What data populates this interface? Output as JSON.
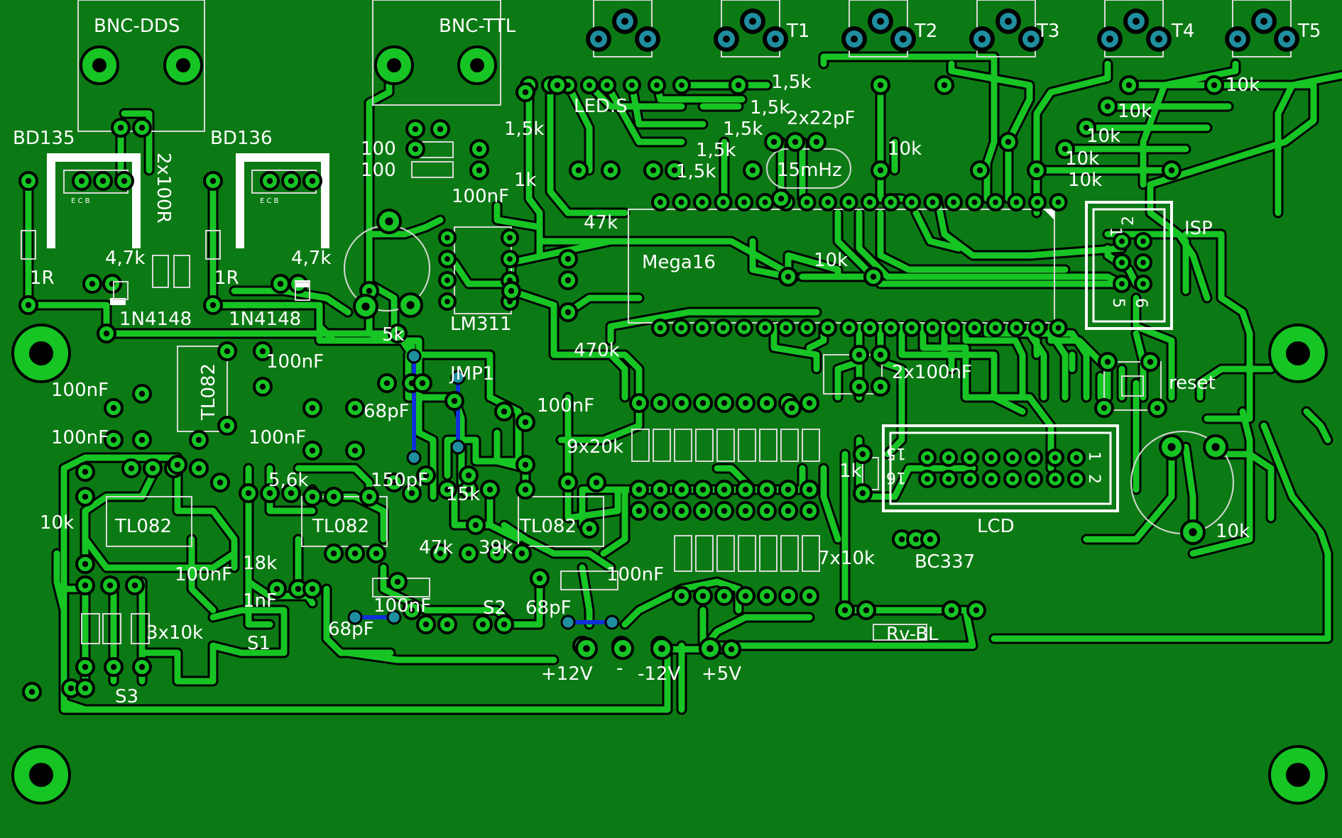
{
  "board": {
    "title": "PCB layout",
    "colors": {
      "board": "#0c7a14",
      "copper": "#16c424",
      "silk": "#ffffff",
      "jumper": "#1030d8",
      "bnc_pad": "#1f8fa0"
    }
  },
  "labels": {
    "bnc_dds": "BNC-DDS",
    "bnc_ttl": "BNC-TTL",
    "t1": "T1",
    "t2": "T2",
    "t3": "T3",
    "t4": "T4",
    "t5": "T5",
    "bd135": "BD135",
    "bd136": "BD136",
    "r_2x100r": "2x100R",
    "r_1r_a": "1R",
    "r_1r_b": "1R",
    "r_47k_a": "4,7k",
    "r_47k_b": "4,7k",
    "d_1n4148_a": "1N4148",
    "d_1n4148_b": "1N4148",
    "c_100_a": "100",
    "c_100_b": "100",
    "c_100nf_lm": "100nF",
    "led_s": "LED.S",
    "r_15k_1": "1,5k",
    "r_15k_2": "1,5k",
    "r_15k_3": "1,5k",
    "r_15k_4": "1,5k",
    "r_15k_5": "1,5k",
    "r_15k_6": "1,5k",
    "r_1k_a": "1k",
    "c_2x22pf": "2x22pF",
    "xtal_15mhz": "15mHz",
    "r_10k_top": "10k",
    "r_10k_r1": "10k",
    "r_10k_r2": "10k",
    "r_10k_r3": "10k",
    "r_10k_r4": "10k",
    "r_10k_r5": "10k",
    "r_47k_mid": "47k",
    "mega16": "Mega16",
    "r_10k_mega": "10k",
    "isp": "ISP",
    "isp_pin1": "1",
    "isp_pin2": "2",
    "isp_pin5": "5",
    "isp_pin6": "6",
    "pot_5k": "5k",
    "lm311": "LM311",
    "r_470k": "470k",
    "jmp1": "JMP1",
    "c_100nf_a": "100nF",
    "c_100nf_b": "100nF",
    "c_100nf_c": "100nF",
    "c_100nf_d": "100nF",
    "c_100nf_e": "100nF",
    "c_100nf_f": "100nF",
    "c_100nf_g": "100nF",
    "c_100nf_h": "100nF",
    "tl082_a": "TL082",
    "tl082_b": "TL082",
    "tl082_c": "TL082",
    "tl082_d": "TL082",
    "c_68pf_a": "68pF",
    "c_68pf_b": "68pF",
    "c_68pf_c": "68pF",
    "r_56k": "5,6k",
    "c_150pf": "150pF",
    "r_15k_op": "15k",
    "r_47k_op": "47k",
    "r_39k": "39k",
    "r_18k": "18k",
    "c_1nf": "1nF",
    "r_10k_left": "10k",
    "r_3x10k": "3x10k",
    "s1": "S1",
    "s2": "S2",
    "s3": "S3",
    "r_9x20k": "9x20k",
    "r_7x10k": "7x10k",
    "c_2x100nf": "2x100nF",
    "reset": "reset",
    "lcd": "LCD",
    "lcd_pin15": "15",
    "lcd_pin16": "16",
    "lcd_pin1": "1",
    "lcd_pin2": "2",
    "r_1k_lcd": "1k",
    "bc337": "BC337",
    "pot_10k": "10k",
    "rv_bl": "Rv-BL",
    "p12v": "+12V",
    "minus": "-",
    "m12v": "-12V",
    "p5v": "+5V",
    "transistor_pins": "E C B"
  }
}
